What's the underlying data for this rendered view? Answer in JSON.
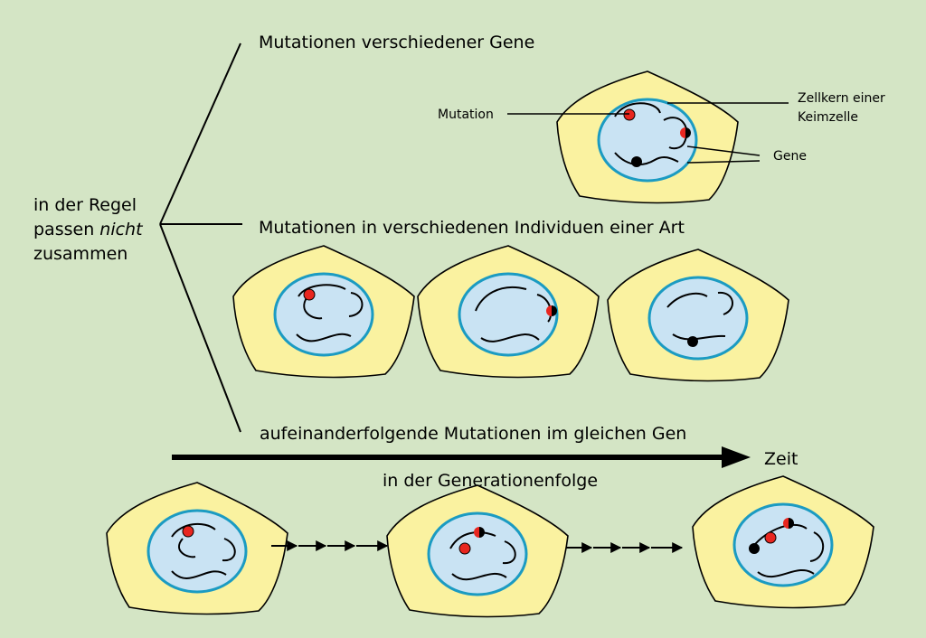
{
  "colors": {
    "background": "#d4e5c5",
    "cytoplasm": "#faf2a0",
    "nucleus_fill": "#c9e3f3",
    "nucleus_stroke": "#1b9bc2",
    "mutation_red": "#e8261f",
    "gene_black": "#000000"
  },
  "left_label": {
    "line1": "in der Regel",
    "line2_prefix": "passen ",
    "line2_italic": "nicht",
    "line3": "zusammen"
  },
  "branches": {
    "genes": "Mutationen verschiedener Gene",
    "individuals": "Mutationen in verschiedenen Individuen einer Art",
    "generations_line1": "aufeinanderfolgende Mutationen im gleichen Gen",
    "generations_line2": "in der Generationenfolge"
  },
  "time_arrow_label": "Zeit",
  "callouts": {
    "mutation": "Mutation",
    "nucleus_line1": "Zellkern einer",
    "nucleus_line2": "Keimzelle",
    "genes": "Gene"
  },
  "icons": {
    "cell": "germ-cell-icon",
    "mutation": "red-dot-icon",
    "gene": "black-dot-icon",
    "half": "half-red-half-black-dot-icon",
    "arrow": "arrow-right-icon"
  }
}
